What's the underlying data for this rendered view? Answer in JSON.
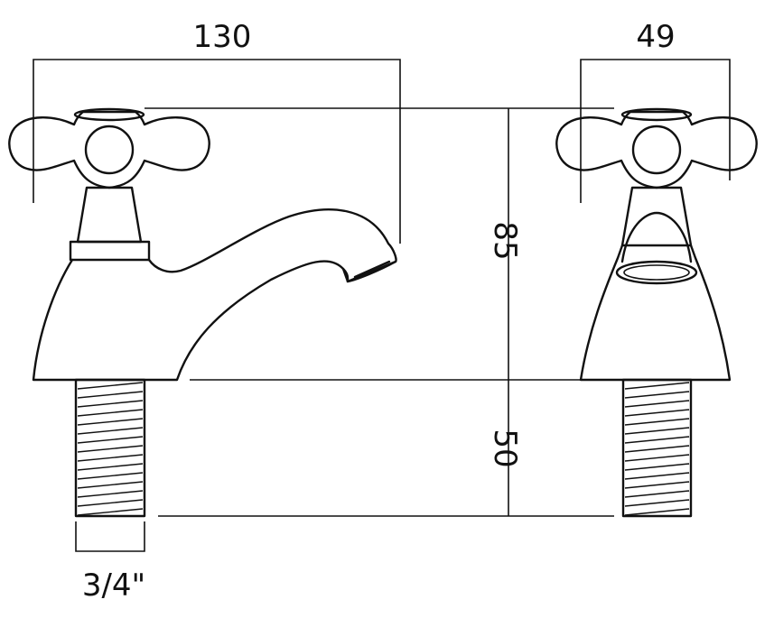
{
  "dimensions": {
    "spout_width": "130",
    "body_width": "49",
    "body_height": "85",
    "thread_length": "50",
    "thread_size": "3/4\""
  },
  "colors": {
    "line": "#111111",
    "background": "#ffffff"
  }
}
